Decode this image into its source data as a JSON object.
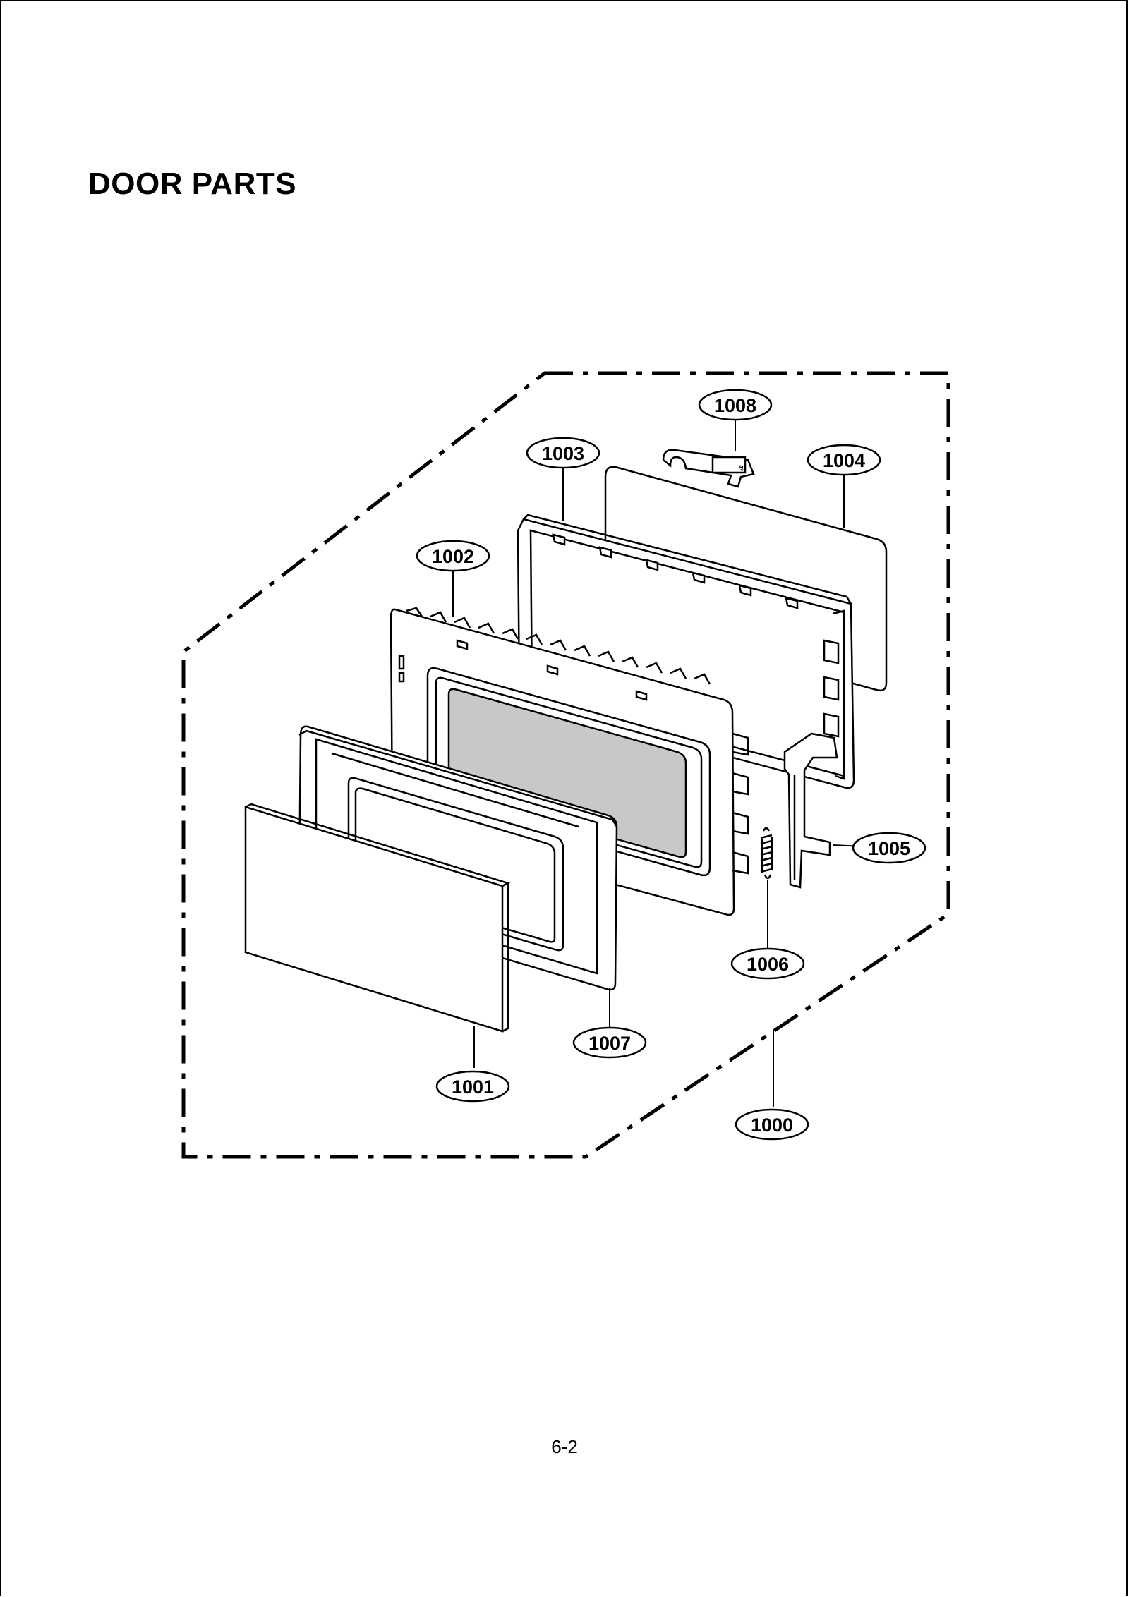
{
  "title": "DOOR PARTS",
  "page_number": "6-2",
  "callouts": {
    "c1000": "1000",
    "c1001": "1001",
    "c1002": "1002",
    "c1003": "1003",
    "c1004": "1004",
    "c1005": "1005",
    "c1006": "1006",
    "c1007": "1007",
    "c1008": "1008"
  }
}
